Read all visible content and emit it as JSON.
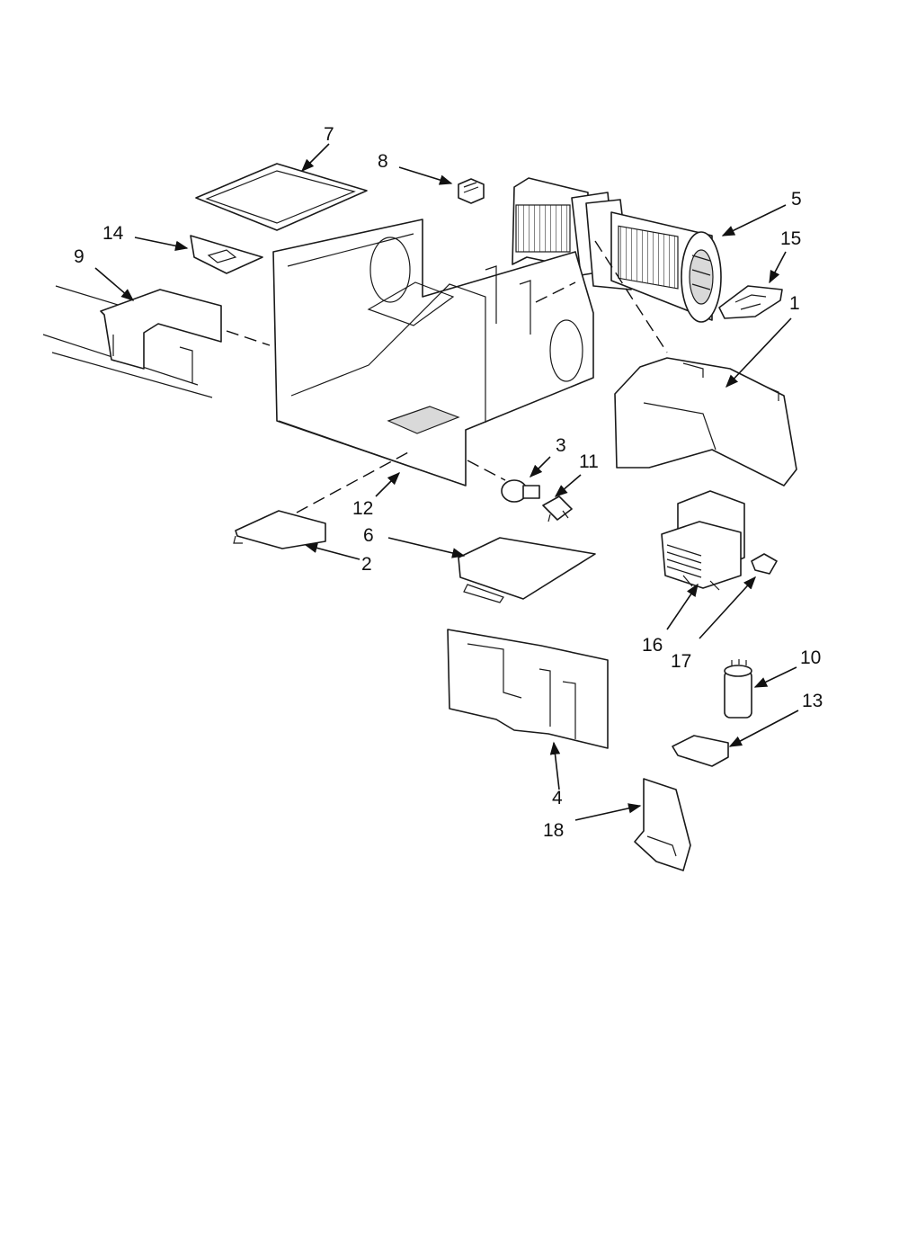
{
  "diagram": {
    "callouts": [
      "1",
      "2",
      "3",
      "4",
      "5",
      "6",
      "7",
      "8",
      "9",
      "10",
      "11",
      "12",
      "13",
      "14",
      "15",
      "16",
      "17",
      "18"
    ],
    "colors": {
      "line": "#1a1a1a",
      "background": "#ffffff",
      "shade": "#d9d9d9"
    }
  }
}
